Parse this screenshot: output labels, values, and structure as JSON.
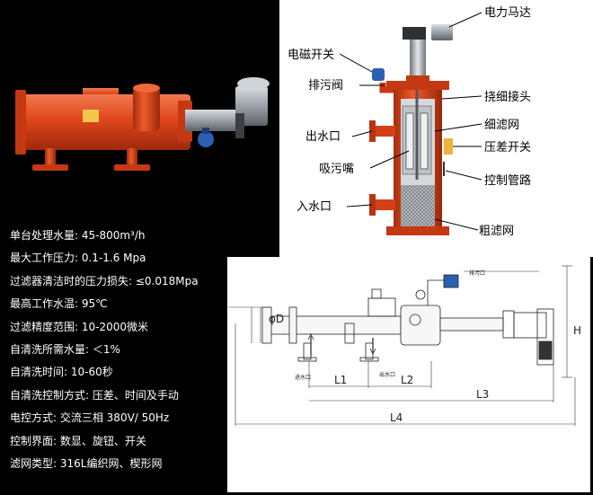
{
  "callouts": {
    "motor": "电力马达",
    "solenoid": "电磁开关",
    "drain_valve": "排污阀",
    "stir_joint": "挠细接头",
    "fine_screen": "细滤网",
    "outlet": "出水口",
    "diff_switch": "压差开关",
    "suction_nozzle": "吸污嘴",
    "control_pipe": "控制管路",
    "inlet": "入水口",
    "coarse_screen": "粗滤网"
  },
  "specs": [
    "单台处理水量: 45-800m³/h",
    "最大工作压力: 0.1-1.6 Mpa",
    "过滤器清洁时的压力损失: ≤0.018Mpa",
    "最高工作水温: 95℃",
    "过滤精度范围: 10-2000微米",
    "自清洗所需水量: ＜1%",
    "自清洗时间: 10-60秒",
    "自清洗控制方式: 压差、时间及手动",
    "电控方式: 交流三相 380V/ 50Hz",
    "控制界面: 数显、旋钮、开关",
    "滤网类型: 316L编织网、楔形网"
  ],
  "dimensions": {
    "h": "H",
    "d": "φD",
    "l1": "L1",
    "l2": "L2",
    "l3": "L3",
    "l4": "L4",
    "inlet_tag": "进水口",
    "outlet_tag": "出水口",
    "drain_tag": "排污口"
  },
  "colors": {
    "background": "#000000",
    "panel": "#ffffff",
    "body_red": "#e0461c",
    "steel": "#9aa0a6",
    "valve_blue": "#2b5fb4"
  }
}
